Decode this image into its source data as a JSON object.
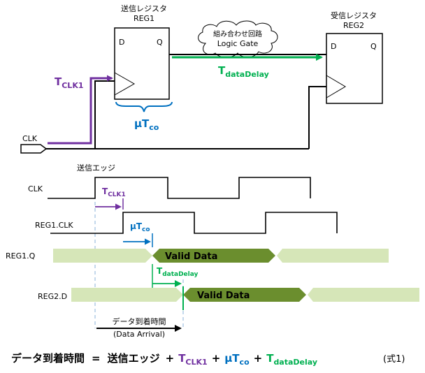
{
  "colors": {
    "clk": "#7030a0",
    "co": "#0070c0",
    "data_delay": "#00b050",
    "valid_dark": "#6b8e2e",
    "valid_light": "#d6e6b8"
  },
  "circuit": {
    "reg1_caption": "送信レジスタ",
    "reg1_name": "REG1",
    "reg2_caption": "受信レジスタ",
    "reg2_name": "REG2",
    "pin_d": "D",
    "pin_q": "Q",
    "logic_gate_jp": "組み合わせ回路",
    "logic_gate_en": "Logic Gate",
    "clk_label": "CLK",
    "t_clk1": {
      "main": "T",
      "sub": "CLK1"
    },
    "t_datadelay": {
      "main": "T",
      "sub": "dataDelay"
    },
    "mu_tco": {
      "main": "μT",
      "sub": "co"
    }
  },
  "timing": {
    "send_edge_label": "送信エッジ",
    "signals": [
      "CLK",
      "REG1.CLK",
      "REG1.Q",
      "REG2.D"
    ],
    "valid_data": "Valid Data",
    "t_clk1": {
      "main": "T",
      "sub": "CLK1"
    },
    "mu_tco": {
      "main": "μT",
      "sub": "co"
    },
    "t_datadelay": {
      "main": "T",
      "sub": "dataDelay"
    },
    "arrival_label_jp": "データ到着時間",
    "arrival_label_en": "(Data Arrival)"
  },
  "equation": {
    "lhs": "データ到着時間",
    "eq": "=",
    "term1": "送信エッジ",
    "plus": "+",
    "t_clk1": {
      "main": "T",
      "sub": "CLK1"
    },
    "mu_tco": {
      "main": "μT",
      "sub": "co"
    },
    "t_datadelay": {
      "main": "T",
      "sub": "dataDelay"
    },
    "ref": "(式1)"
  }
}
